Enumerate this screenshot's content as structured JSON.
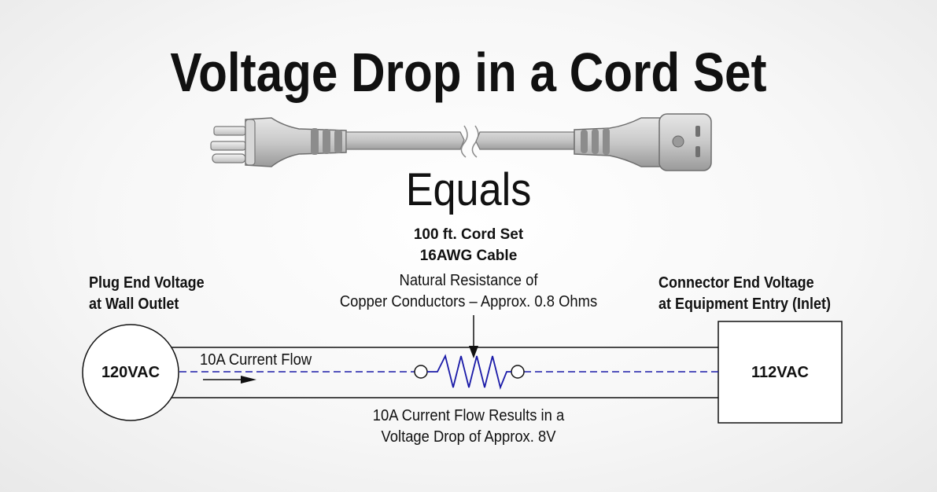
{
  "title": "Voltage Drop in a Cord Set",
  "equals": "Equals",
  "cord_spec": {
    "line1": "100 ft. Cord Set",
    "line2": "16AWG Cable"
  },
  "plug_end": {
    "line1": "Plug End Voltage",
    "line2": "at Wall Outlet",
    "voltage": "120VAC"
  },
  "connector_end": {
    "line1": "Connector End Voltage",
    "line2": "at Equipment Entry (Inlet)",
    "voltage": "112VAC"
  },
  "resistance": {
    "line1": "Natural Resistance of",
    "line2": "Copper Conductors – Approx. 0.8 Ohms"
  },
  "current_flow": "10A Current Flow",
  "drop_note": {
    "line1": "10A Current Flow Results in a",
    "line2": "Voltage Drop of Approx. 8V"
  },
  "colors": {
    "text": "#111111",
    "flow_dash": "#1a1aa8",
    "resistor": "#1a1aa8",
    "cord": "#bdbdbd"
  }
}
